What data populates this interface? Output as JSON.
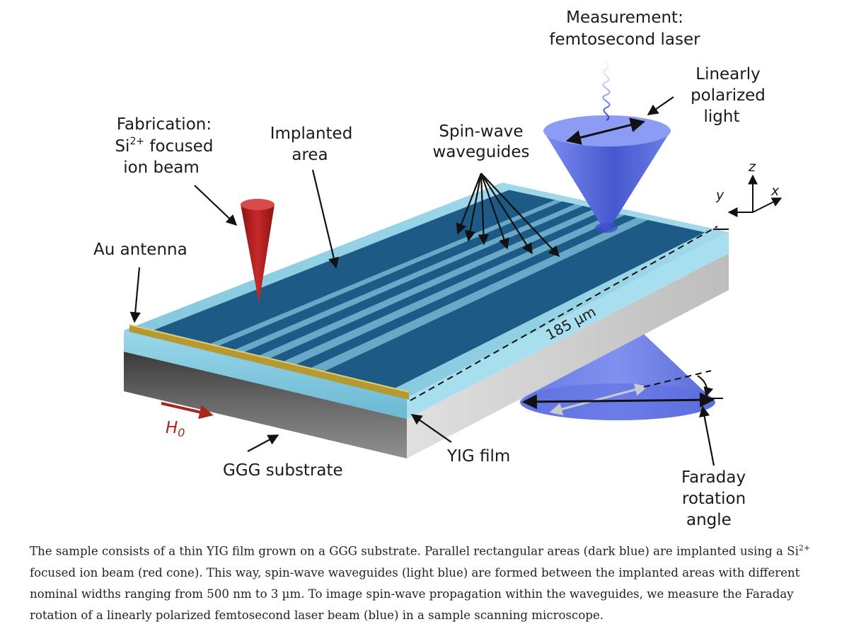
{
  "labels": {
    "measurement_line1": "Measurement:",
    "measurement_line2": "femtosecond laser",
    "linear_line1": "Linearly",
    "linear_line2": "polarized",
    "linear_line3": "light",
    "fabrication_line1": "Fabrication:",
    "fabrication_si": "Si",
    "fabrication_sup": "2+",
    "fabrication_rest": " focused",
    "fabrication_line3": "ion beam",
    "implanted_line1": "Implanted",
    "implanted_line2": "area",
    "spinwave_line1": "Spin-wave",
    "spinwave_line2": "waveguides",
    "au_antenna": "Au antenna",
    "dimension": "185 µm",
    "h0_main": "H",
    "h0_sub": "0",
    "ggg": "GGG substrate",
    "yig": "YIG film",
    "faraday_line1": "Faraday",
    "faraday_line2": "rotation",
    "faraday_line3": "angle",
    "axis_z": "z",
    "axis_y": "y",
    "axis_x": "x"
  },
  "caption": {
    "part1": "The sample consists of a thin YIG film grown on a GGG substrate. Parallel rectangular areas (dark blue) are implanted using a Si",
    "sup": "2+",
    "part2": " focused ion beam (red cone). This way, spin-wave waveguides (light blue) are formed between the implanted areas with different nominal widths ranging from 500 nm to 3 µm. To image spin-wave propagation within the waveguides, we measure the Faraday rotation of a linearly polarized femtosecond laser beam (blue) in a sample scanning microscope."
  },
  "colors": {
    "implanted": "#1d5a86",
    "waveguide": "#6aa8c8",
    "yig": "#8fd0e4",
    "ggg": "#4e4e4e",
    "ion_beam": "#a81c1c",
    "laser": "#4f62d6",
    "antenna": "#b49a35",
    "h0_arrow": "#a8261c"
  }
}
